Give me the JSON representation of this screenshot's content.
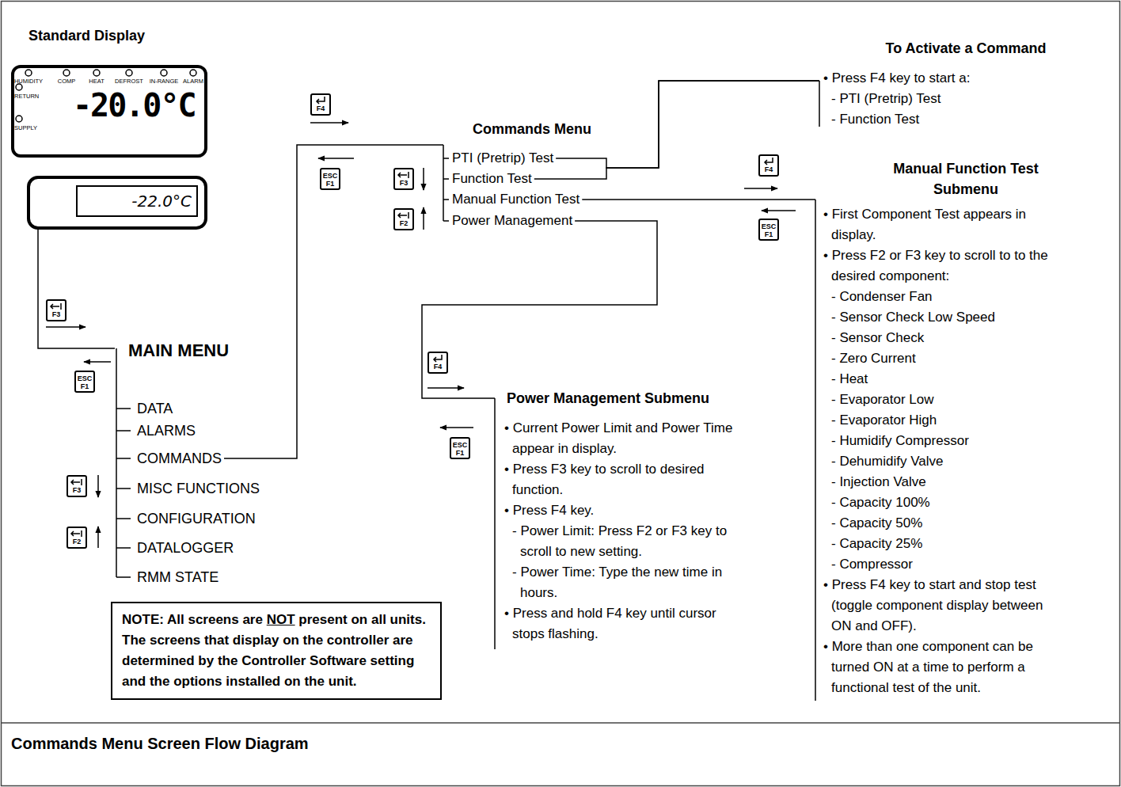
{
  "diagram": {
    "caption": "Commands Menu Screen Flow Diagram",
    "nodes": [
      {
        "text": [
          "Standard Display",
          "HUMIDITY",
          "COMP",
          "HEAT",
          "DEFROST",
          "IN-RANGE",
          "ALARM",
          "RETURN",
          "SUPPLY",
          "-20.0°C"
        ]
      },
      {
        "text": [
          "-22.0°C"
        ]
      },
      {
        "text": [
          "MAIN MENU"
        ]
      },
      {
        "text": [
          "DATA"
        ],
        "in": 2
      },
      {
        "text": [
          "ALARMS"
        ],
        "in": 2
      },
      {
        "text": [
          "COMMANDS"
        ],
        "in": 2
      },
      {
        "text": [
          "MISC FUNCTIONS"
        ],
        "in": 2
      },
      {
        "text": [
          "CONFIGURATION"
        ],
        "in": 2
      },
      {
        "text": [
          "DATALOGGER"
        ],
        "in": 2
      },
      {
        "text": [
          "RMM STATE"
        ],
        "in": 2
      },
      {
        "text": [
          "Commands Menu"
        ]
      },
      {
        "text": [
          "PTI (Pretrip) Test"
        ],
        "in": 10
      },
      {
        "text": [
          "Function Test"
        ],
        "in": 10
      },
      {
        "text": [
          "Manual Function Test"
        ],
        "in": 10
      },
      {
        "text": [
          "Power Management"
        ],
        "in": 10
      },
      {
        "text": [
          "To Activate a Command",
          "• Press F4 key to start a:",
          "- PTI (Pretrip) Test",
          "- Function Test"
        ]
      },
      {
        "text": [
          "Manual Function Test Submenu",
          "• First Component Test appears in display.",
          "• Press F2 or F3 key to scroll to to the desired component:",
          "- Condenser Fan",
          "- Sensor Check Low Speed",
          "- Sensor Check",
          "- Zero Current",
          "- Heat",
          "- Evaporator Low",
          "- Evaporator High",
          "- Humidify Compressor",
          "- Dehumidify Valve",
          "- Injection Valve",
          "- Capacity 100%",
          "- Capacity 50%",
          "- Capacity 25%",
          "- Compressor",
          "• Press F4 key to start and stop test (toggle component display between ON and OFF).",
          "• More than one component can be turned ON at a time to perform a functional test of the unit."
        ]
      },
      {
        "text": [
          "Power Management Submenu",
          "• Current Power Limit and Power Time appear in display.",
          "• Press F3 key to scroll to desired function.",
          "• Press F4 key.",
          "- Power Limit: Press F2 or F3 key to scroll to new setting.",
          "- Power Time: Type the new time in hours.",
          "• Press and hold F4 key until cursor stops flashing."
        ]
      },
      {
        "text": [
          "NOTE: All screens are",
          "NOT",
          "present on all units. The screens that display on the controller are determined by the Controller Software setting and the options installed on the unit."
        ]
      }
    ],
    "edges": [
      {
        "from": 1,
        "to": 2,
        "arrow": "none"
      },
      {
        "from": 5,
        "to": 10,
        "arrow": "none"
      },
      {
        "from": 11,
        "to": 15,
        "arrow": "none"
      },
      {
        "from": 12,
        "to": 15,
        "arrow": "none"
      },
      {
        "from": 13,
        "to": 16,
        "arrow": "none"
      },
      {
        "from": 14,
        "to": 17,
        "arrow": "none"
      }
    ],
    "labels": [
      "F3",
      "ESC F1",
      "F3",
      "F2",
      "F4",
      "ESC F1",
      "F3",
      "F2",
      "F4",
      "ESC F1",
      "F4",
      "ESC F1"
    ]
  }
}
